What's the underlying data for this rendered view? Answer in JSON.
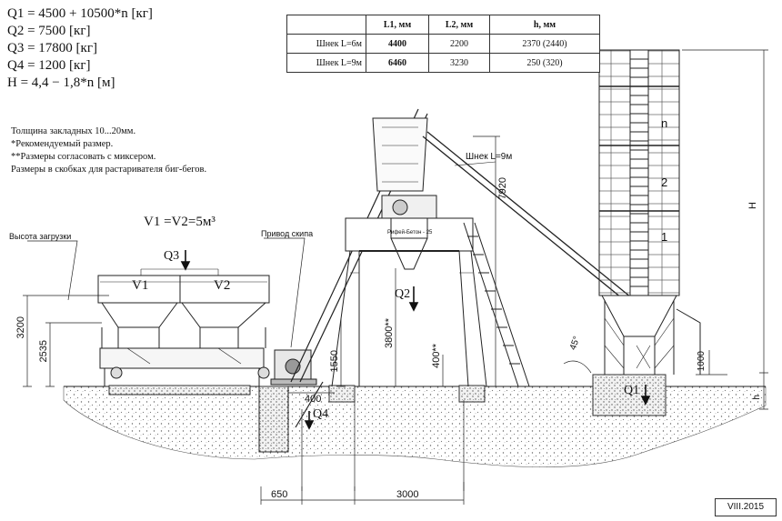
{
  "formulas": {
    "q1": "Q1 = 4500 + 10500*n [кг]",
    "q2": "Q2 = 7500 [кг]",
    "q3": "Q3 = 17800 [кг]",
    "q4": "Q4 = 1200 [кг]",
    "h": "H = 4,4 − 1,8*n [м]"
  },
  "notes": {
    "line1": "Толщина закладных 10...20мм.",
    "line2": "*Рекомендуемый размер.",
    "line3": "**Размеры согласовать с миксером.",
    "line4": "Размеры в скобках для растаривателя биг-бегов."
  },
  "table": {
    "headers": [
      "",
      "L1, мм",
      "L2, мм",
      "h, мм"
    ],
    "rows": [
      [
        "Шнек L=6м",
        "4400",
        "2200",
        "2370 (2440)"
      ],
      [
        "Шнек L=9м",
        "6460",
        "3230",
        "250 (320)"
      ]
    ]
  },
  "labels": {
    "volume": "V1 =V2=5м³",
    "loading_height": "Высота загрузки",
    "skip_drive": "Привод скипа",
    "auger": "Шнек L=9м",
    "v1": "V1",
    "v2": "V2",
    "q3": "Q3",
    "q2": "Q2",
    "q4": "Q4",
    "q1": "Q1",
    "silo_n": "n",
    "silo_2": "2",
    "silo_1": "1",
    "dim_h_big": "H",
    "dim_h_small": "h",
    "dim_7920": "7920",
    "dim_3200": "3200",
    "dim_2535": "2535",
    "dim_1550": "1550",
    "dim_3800": "3800**",
    "dim_400v": "400**",
    "dim_400": "400",
    "dim_650": "650",
    "dim_3000": "3000",
    "dim_1000": "1000",
    "angle": "45°",
    "mixer_plate": "Рифей-Бетон - 25",
    "stamp": "VIII.2015"
  }
}
